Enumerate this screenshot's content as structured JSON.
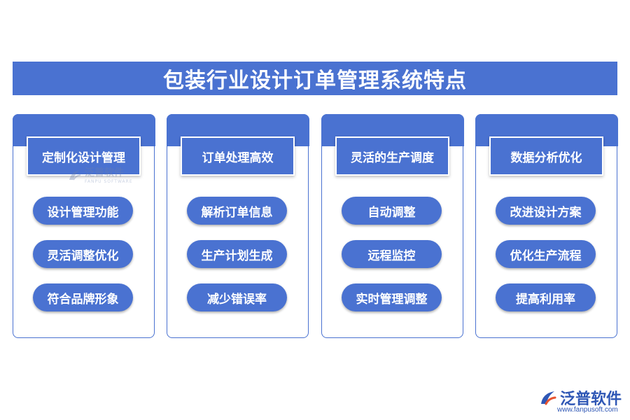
{
  "title": "包装行业设计订单管理系统特点",
  "columns": [
    {
      "header": "定制化设计管理",
      "items": [
        "设计管理功能",
        "灵活调整优化",
        "符合品牌形象"
      ]
    },
    {
      "header": "订单处理高效",
      "items": [
        "解析订单信息",
        "生产计划生成",
        "减少错误率"
      ]
    },
    {
      "header": "灵活的生产调度",
      "items": [
        "自动调整",
        "远程监控",
        "实时管理调整"
      ]
    },
    {
      "header": "数据分析优化",
      "items": [
        "改进设计方案",
        "优化生产流程",
        "提高利用率"
      ]
    }
  ],
  "watermark": {
    "text": "泛普软件",
    "sub": "FANPU SOFTWARE"
  },
  "brand": {
    "name": "泛普软件",
    "url": "www.fanpusoft.com"
  },
  "colors": {
    "primary": "#4a72d1",
    "brand": "#2f57b5",
    "accent": "#e8542f"
  }
}
